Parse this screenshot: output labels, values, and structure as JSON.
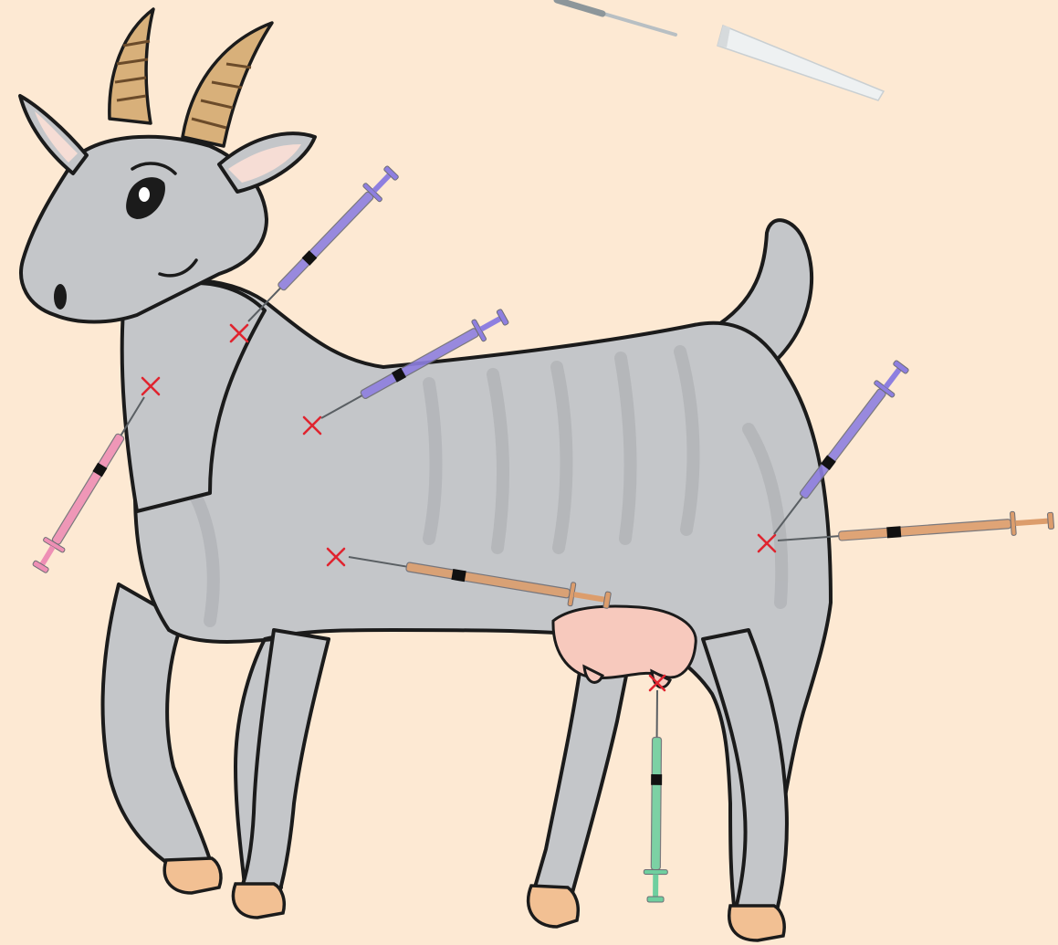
{
  "colors": {
    "background": "#fde9d3",
    "edge_strip": "#e9edf2",
    "goat_body": "#c4c6c9",
    "goat_shadow": "#a9abae",
    "outline": "#1b1b1b",
    "horn": "#d8b07a",
    "horn_stripe": "#6b4b2a",
    "ear_inner": "#f6ddd5",
    "hoof": "#f2c093",
    "udder": "#f7c9bd",
    "injection_mark": "#e0242f",
    "syringe_purple": "#8e7fe0",
    "syringe_pink": "#ee8fb5",
    "syringe_orange": "#dc9d6c",
    "syringe_green": "#6fcf9f",
    "syringe_white": "#eef1f2"
  },
  "icons": {
    "injection_site": "x-mark-icon",
    "syringe": "syringe-icon"
  },
  "syringes": [
    {
      "id": "neck-subcutaneous",
      "color": "syringe_purple"
    },
    {
      "id": "throat",
      "color": "syringe_pink"
    },
    {
      "id": "shoulder",
      "color": "syringe_purple"
    },
    {
      "id": "belly",
      "color": "syringe_orange"
    },
    {
      "id": "hip",
      "color": "syringe_purple"
    },
    {
      "id": "thigh",
      "color": "syringe_orange"
    },
    {
      "id": "udder",
      "color": "syringe_green"
    },
    {
      "id": "top-left-needle",
      "color": "syringe_white"
    },
    {
      "id": "top-right-tip",
      "color": "syringe_white"
    }
  ]
}
